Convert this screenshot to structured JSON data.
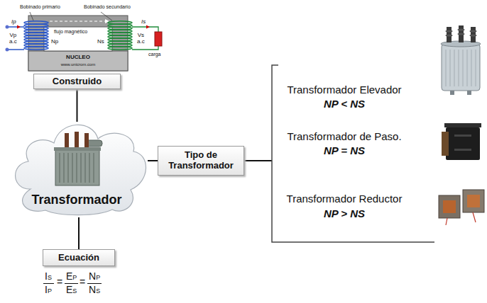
{
  "diagram": {
    "nodes": [
      {
        "text": [
          "Construido"
        ]
      },
      {
        "text": [
          "Transformador"
        ]
      },
      {
        "text": [
          "Tipo de Transformador"
        ]
      },
      {
        "text": [
          "Ecuación"
        ]
      }
    ],
    "edges": [
      {
        "from": 0,
        "to": 1,
        "arrow": "none"
      },
      {
        "from": 1,
        "to": 2,
        "arrow": "none"
      },
      {
        "from": 1,
        "to": 3,
        "arrow": "none"
      }
    ],
    "labels": [
      "Bobinado primario",
      "Bobinado secundario",
      "Ip",
      "Is",
      "flujo magnético",
      "Vp a.c",
      "Np",
      "Ns",
      "Vs a.c",
      "carga",
      "NUCLEO",
      "www.unicrom.com",
      "Transformador Elevador",
      "NP < NS",
      "Transformador de Paso.",
      "NP = NS",
      "Transformador Reductor",
      "NP > NS",
      "IS",
      "IP",
      "=",
      "EP",
      "ES",
      "=",
      "NP",
      "NS"
    ]
  }
}
